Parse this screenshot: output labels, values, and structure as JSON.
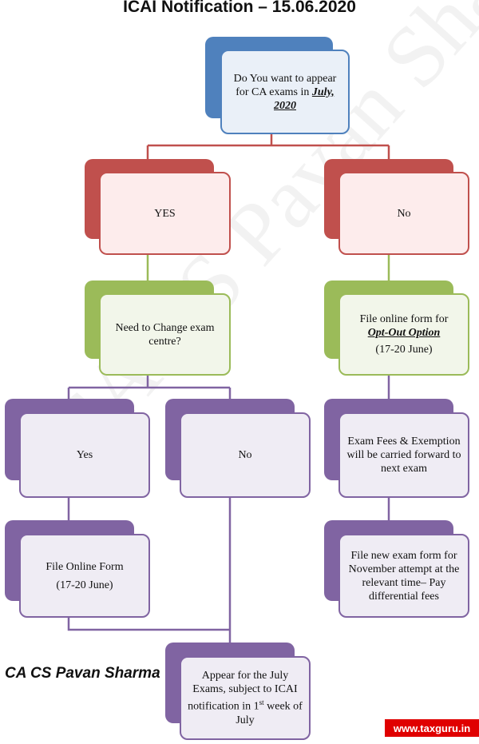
{
  "title": "ICAI Notification – 15.06.2020",
  "watermark": "CA CS Pavan Sharma",
  "nodes": {
    "question": {
      "pre": "Do You want to appear for CA exams in ",
      "emph": "July, 2020"
    },
    "yes": "YES",
    "no": "No",
    "change_centre": "Need to Change exam centre?",
    "optout": {
      "pre": "File online form for",
      "emph": "Opt-Out Option",
      "post": "(17-20 June)"
    },
    "centre_yes": "Yes",
    "centre_no": "No",
    "carry_forward": "Exam Fees & Exemption will be carried forward to next exam",
    "file_online": {
      "line1": "File Online Form",
      "line2": "(17-20 June)"
    },
    "november": "File new exam form for November attempt at the relevant time– Pay differential fees",
    "appear": {
      "pre": "Appear for the July Exams, subject to ICAI notification in 1",
      "sup": "st",
      "post": " week of July"
    }
  },
  "author": "CA CS Pavan Sharma",
  "site": "www.taxguru.in",
  "colors": {
    "blue": "#4f81bd",
    "red": "#c0504d",
    "green": "#9bbb59",
    "purple": "#8064a2"
  }
}
